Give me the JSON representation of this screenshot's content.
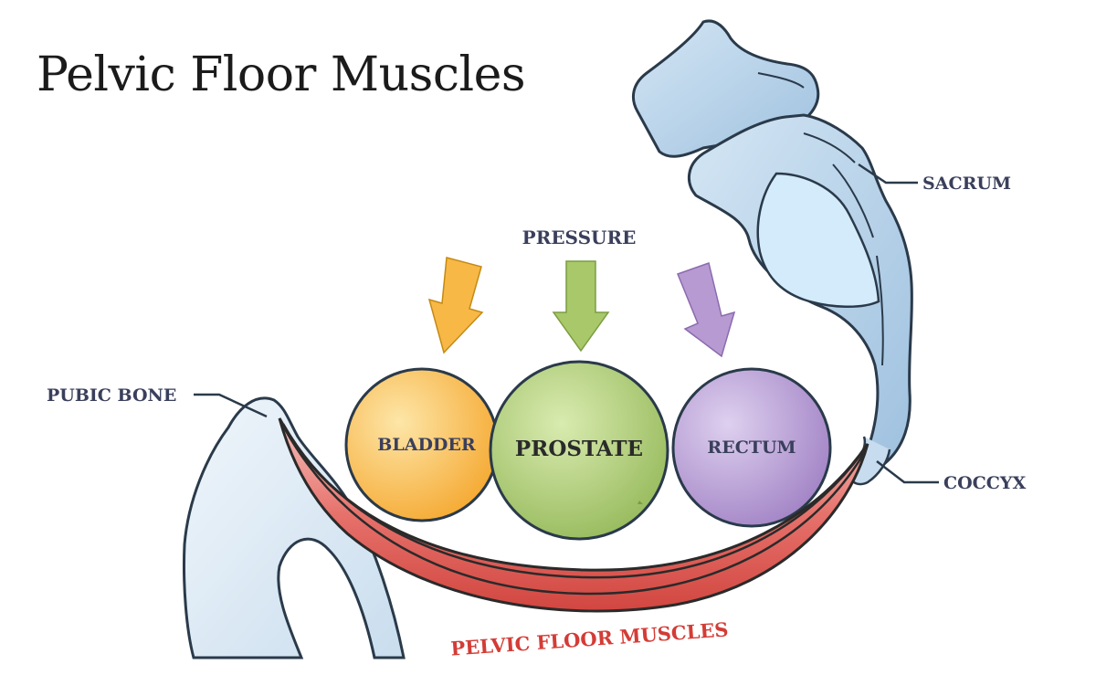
{
  "title": "Pelvic Floor Muscles",
  "labels": {
    "pressure": "PRESSURE",
    "bladder": "BLADDER",
    "prostate": "PROSTATE",
    "rectum": "RECTUM",
    "pubic_bone": "PUBIC BONE",
    "sacrum": "SACRUM",
    "coccyx": "COCCYX",
    "pelvic_floor_muscles": "PELVIC FLOOR MUSCLES"
  },
  "colors": {
    "bone_fill": "#e3eef7",
    "bone_stroke": "#2a3a4a",
    "sacrum_fill": "#b9d2e8",
    "bladder": "#f7b846",
    "prostate": "#a8c86a",
    "rectum": "#b79ad2",
    "muscle_outer": "#d9544f",
    "muscle_inner": "#f2a9a4",
    "label_text": "#3a3f5c",
    "muscle_label": "#d43c36",
    "arrow_orange": "#f7b846",
    "arrow_green": "#a8c86a",
    "arrow_purple": "#b79ad2"
  },
  "icons": [
    "arrow-down-icon",
    "arrow-down-icon",
    "arrow-down-icon"
  ]
}
